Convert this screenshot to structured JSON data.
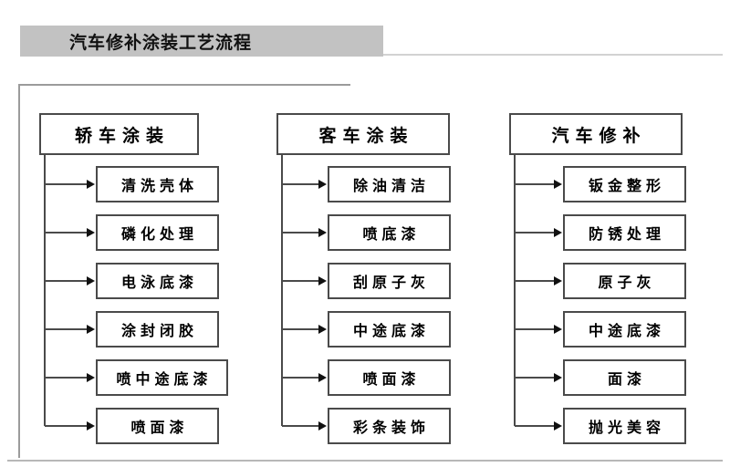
{
  "header": {
    "title": "汽车修补涂装工艺流程",
    "banner_color": "#c2c2c2"
  },
  "diagram": {
    "frame_color": "#9b9b9b",
    "box_border_color": "#4a4a4a",
    "columns": [
      {
        "id": "sedan-coating",
        "heading": "轿车涂装",
        "steps": [
          "清洗壳体",
          "磷化处理",
          "电泳底漆",
          "涂封闭胶",
          "喷中途底漆",
          "喷面漆"
        ]
      },
      {
        "id": "bus-coating",
        "heading": "客车涂装",
        "steps": [
          "除油清洁",
          "喷底漆",
          "刮原子灰",
          "中途底漆",
          "喷面漆",
          "彩条装饰"
        ]
      },
      {
        "id": "auto-refinish",
        "heading": "汽车修补",
        "steps": [
          "钣金整形",
          "防锈处理",
          "原子灰",
          "中途底漆",
          "面漆",
          "抛光美容"
        ]
      }
    ]
  }
}
